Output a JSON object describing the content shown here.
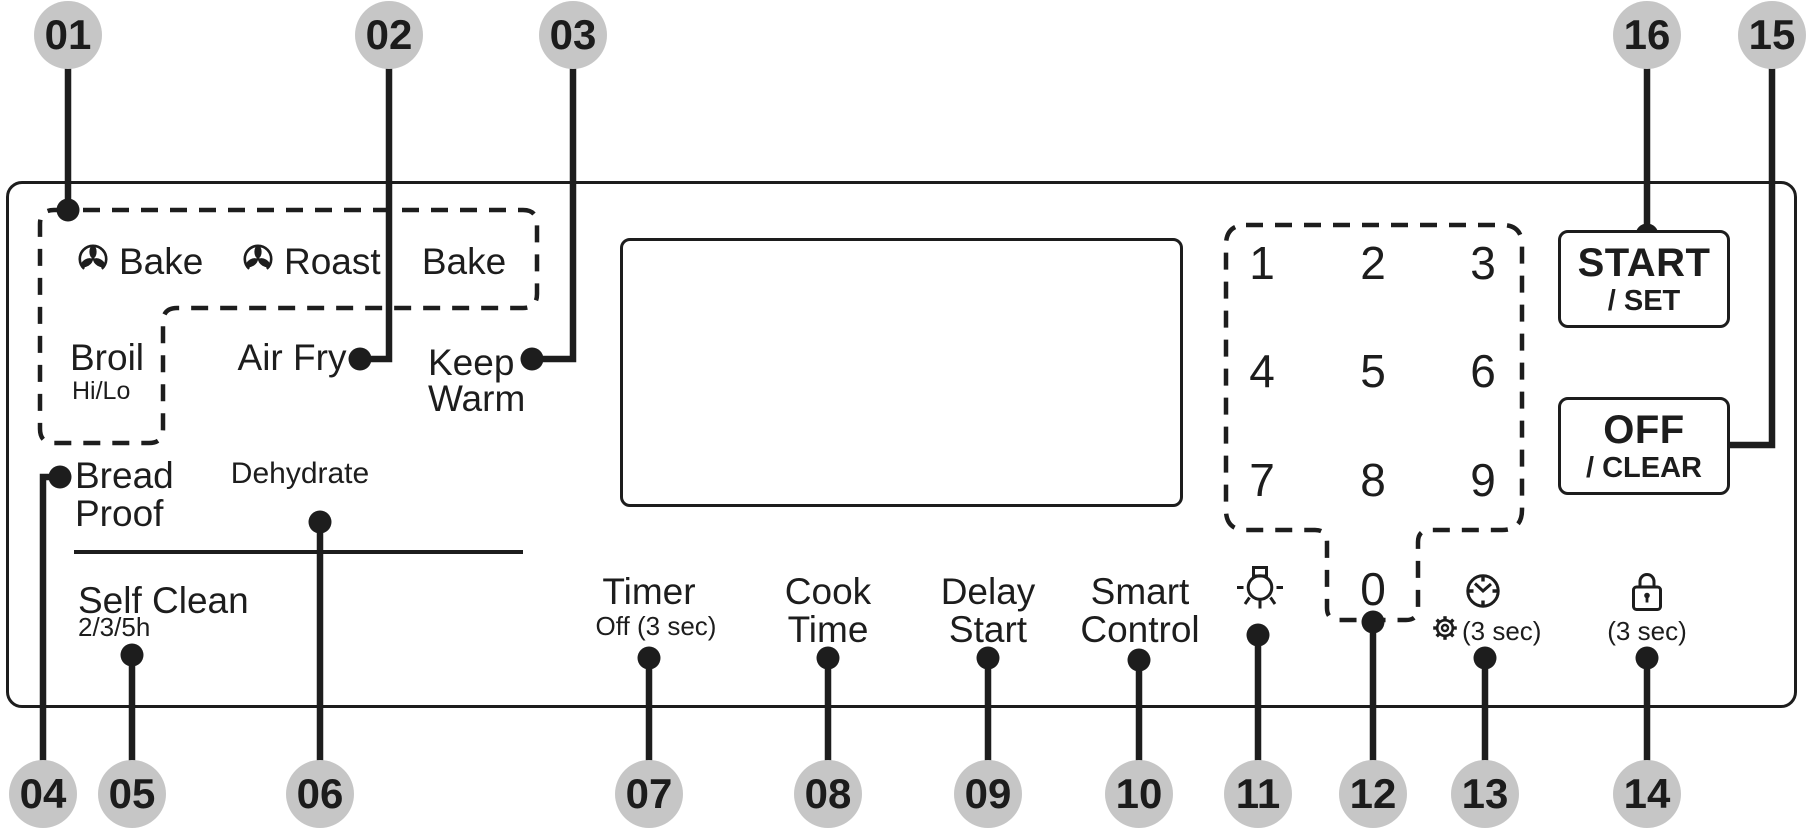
{
  "labels": {
    "bake_convection": "Bake",
    "roast_convection": "Roast",
    "bake": "Bake",
    "broil": "Broil",
    "broil_sub": "Hi/Lo",
    "air_fry": "Air Fry",
    "keep_warm_1": "Keep",
    "keep_warm_2": "Warm",
    "bread_proof_1": "Bread",
    "bread_proof_2": "Proof",
    "dehydrate": "Dehydrate",
    "self_clean": "Self Clean",
    "self_clean_sub": "2/3/5h",
    "timer": "Timer",
    "timer_sub": "Off (3 sec)",
    "cook_time_1": "Cook",
    "cook_time_2": "Time",
    "delay_start_1": "Delay",
    "delay_start_2": "Start",
    "smart_control_1": "Smart",
    "smart_control_2": "Control",
    "settings_hold_sub": "(3 sec)",
    "lock_hold_sub": "(3 sec)"
  },
  "buttons": {
    "start_main": "START",
    "start_sub": "/ SET",
    "off_main": "OFF",
    "off_sub": "/ CLEAR"
  },
  "keypad": {
    "digits": [
      "1",
      "2",
      "3",
      "4",
      "5",
      "6",
      "7",
      "8",
      "9",
      "0"
    ]
  },
  "callouts": {
    "c01": "01",
    "c02": "02",
    "c03": "03",
    "c04": "04",
    "c05": "05",
    "c06": "06",
    "c07": "07",
    "c08": "08",
    "c09": "09",
    "c10": "10",
    "c11": "11",
    "c12": "12",
    "c13": "13",
    "c14": "14",
    "c15": "15",
    "c16": "16"
  },
  "icons": {
    "convection_fan": "fan-icon",
    "oven_light": "light-bulb-icon",
    "timer_clock": "clock-icon",
    "settings": "gear-icon",
    "control_lock": "lock-icon"
  },
  "colors": {
    "ink": "#1d1d1d",
    "badge_bg": "#c6c6c6",
    "background": "#ffffff"
  }
}
